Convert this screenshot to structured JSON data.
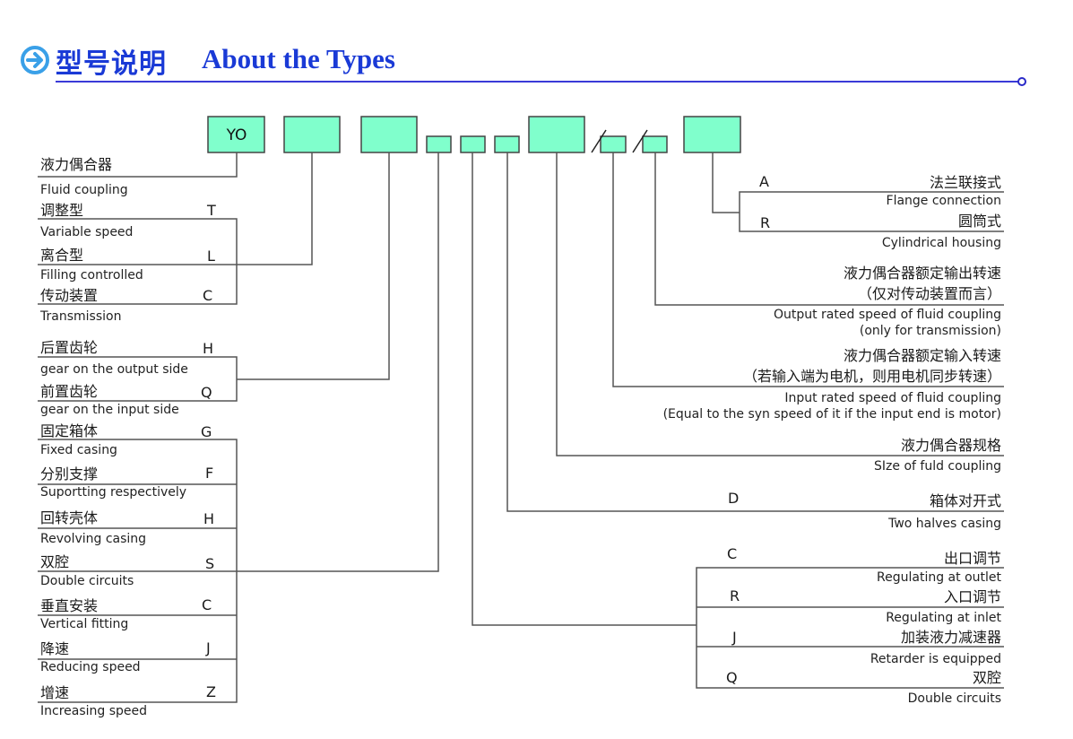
{
  "header": {
    "title_cn": "型号说明",
    "title_en": "About the Types",
    "icon": "arrow-right-circle-icon",
    "accent_color": "#1a3ad6"
  },
  "code_boxes": {
    "first_label": "YO",
    "box_color": "#80ffcc",
    "separator": "/"
  },
  "left_groups": [
    {
      "items": [
        {
          "cn": "液力偶合器",
          "en": "Fluid coupling",
          "code": ""
        }
      ]
    },
    {
      "items": [
        {
          "cn": "调整型",
          "en": "Variable speed",
          "code": "T"
        },
        {
          "cn": "离合型",
          "en": "Filling controlled",
          "code": "L"
        },
        {
          "cn": "传动装置",
          "en": "Transmission",
          "code": "C"
        }
      ]
    },
    {
      "items": [
        {
          "cn": "后置齿轮",
          "en": "gear on the output side",
          "code": "H"
        },
        {
          "cn": "前置齿轮",
          "en": "gear on the input side",
          "code": "Q"
        }
      ]
    },
    {
      "items": [
        {
          "cn": "固定箱体",
          "en": "Fixed casing",
          "code": "G"
        },
        {
          "cn": "分别支撑",
          "en": "Suportting respectively",
          "code": "F"
        },
        {
          "cn": "回转壳体",
          "en": "Revolving casing",
          "code": "H"
        },
        {
          "cn": "双腔",
          "en": "Double circuits",
          "code": "S"
        },
        {
          "cn": "垂直安装",
          "en": "Vertical fitting",
          "code": "C"
        },
        {
          "cn": "降速",
          "en": "Reducing speed",
          "code": "J"
        },
        {
          "cn": "增速",
          "en": "Increasing speed",
          "code": "Z"
        }
      ]
    }
  ],
  "right_groups": {
    "housing": [
      {
        "code": "A",
        "cn": "法兰联接式",
        "en": "Flange connection"
      },
      {
        "code": "R",
        "cn": "圆筒式",
        "en": "Cylindrical housing"
      }
    ],
    "output_speed": {
      "cn1": "液力偶合器额定输出转速",
      "cn2": "（仅对传动装置而言）",
      "en1": "Output rated speed of fluid coupling",
      "en2": "(only for transmission)"
    },
    "input_speed": {
      "cn1": "液力偶合器额定输入转速",
      "cn2": "（若输入端为电机，则用电机同步转速）",
      "en1": "Input rated speed of fluid coupling",
      "en2": "(Equal to the syn speed of it if the input end is motor)"
    },
    "size": {
      "cn": "液力偶合器规格",
      "en": "SIze of fuld coupling"
    },
    "casing": {
      "code": "D",
      "cn": "箱体对开式",
      "en": "Two halves casing"
    },
    "regulation": [
      {
        "code": "C",
        "cn": "出口调节",
        "en": "Regulating at outlet"
      },
      {
        "code": "R",
        "cn": "入口调节",
        "en": "Regulating at inlet"
      },
      {
        "code": "J",
        "cn": "加装液力减速器",
        "en": "Retarder is equipped"
      },
      {
        "code": "Q",
        "cn": "双腔",
        "en": "Double circuits"
      }
    ]
  }
}
